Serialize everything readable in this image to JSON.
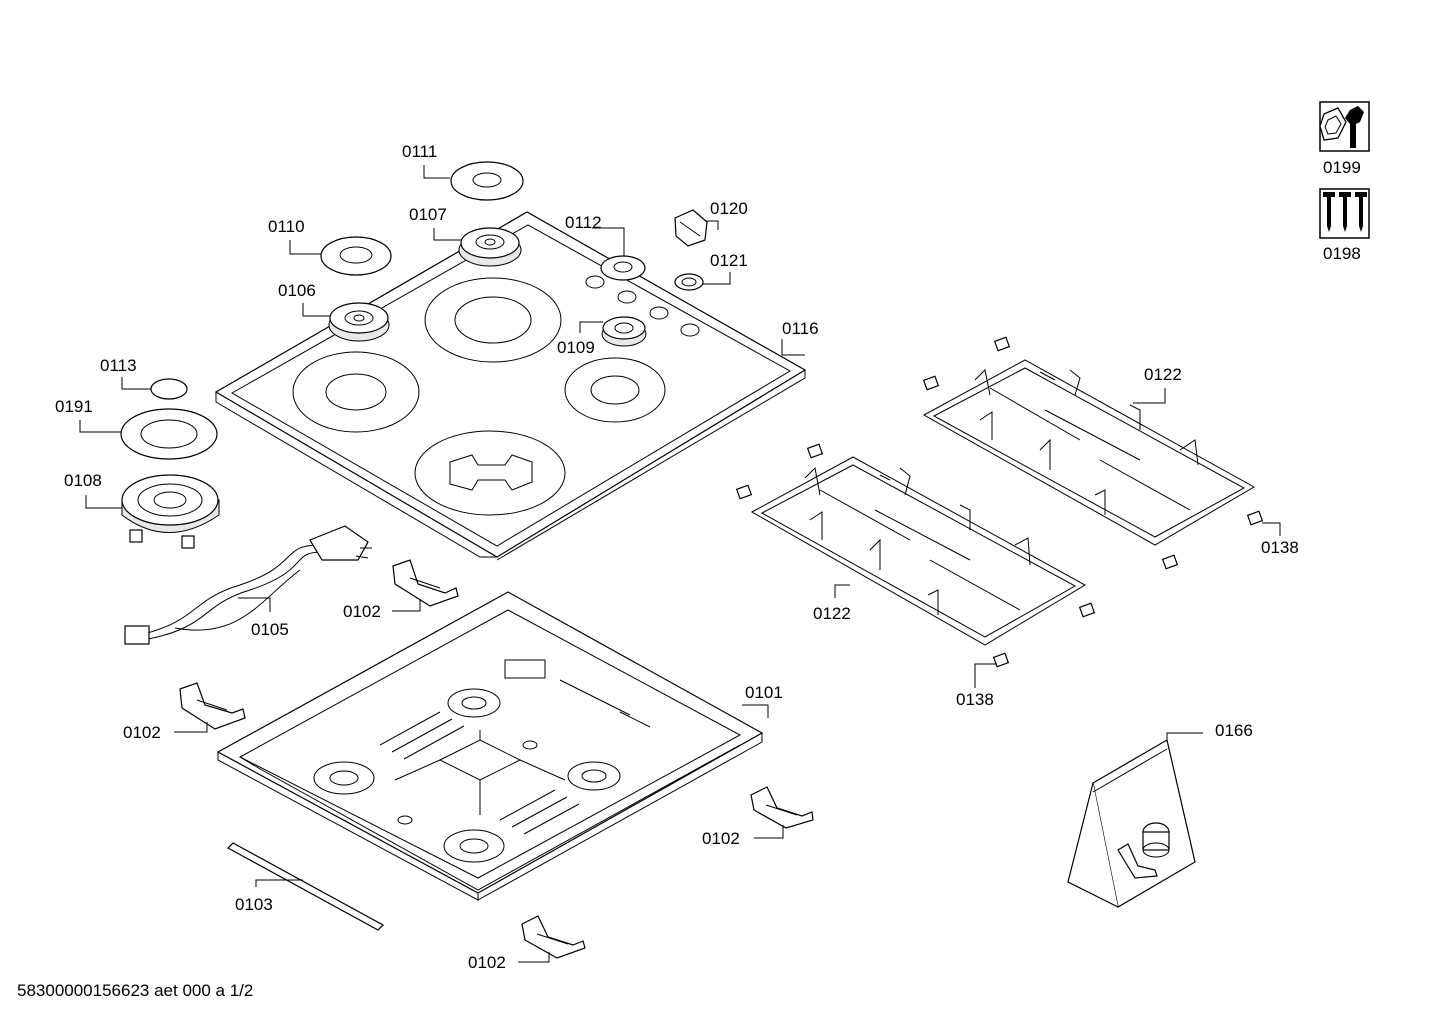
{
  "footer": "58300000156623 aet 000 a 1/2",
  "labels": {
    "p0111": "0111",
    "p0110": "0110",
    "p0107": "0107",
    "p0112": "0112",
    "p0120": "0120",
    "p0121": "0121",
    "p0106": "0106",
    "p0109": "0109",
    "p0116": "0116",
    "p0113": "0113",
    "p0191": "0191",
    "p0108": "0108",
    "p0105": "0105",
    "p0102a": "0102",
    "p0102b": "0102",
    "p0102c": "0102",
    "p0102d": "0102",
    "p0101": "0101",
    "p0103": "0103",
    "p0122a": "0122",
    "p0122b": "0122",
    "p0138a": "0138",
    "p0138b": "0138",
    "p0166": "0166",
    "p0199": "0199",
    "p0198": "0198"
  },
  "icons": {
    "service": "nut-and-wrench-icon",
    "screws": "screws-icon"
  }
}
